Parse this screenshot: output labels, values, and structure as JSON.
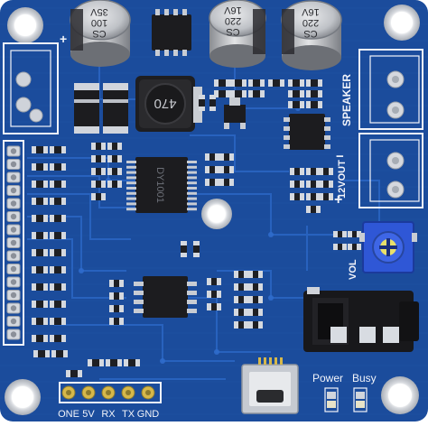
{
  "board": {
    "colors": {
      "pcb": "#1b4c9c",
      "pcb_dark": "#143d82",
      "trace": "#2a63bf",
      "pad": "#d9dde4",
      "silk": "#f2f4fa",
      "chip": "#1c1c1f",
      "cap_body": "#c9cbcf",
      "cap_dark": "#2a2a2e",
      "pot": "#2f57d6",
      "jack": "#18181b"
    },
    "capacitors": [
      {
        "brand": "CS",
        "value": "100",
        "voltage": "35V"
      },
      {
        "brand": "CS",
        "value": "220",
        "voltage": "16V"
      },
      {
        "brand": "CS",
        "value": "220",
        "voltage": "16V"
      }
    ],
    "inductor_value": "470",
    "chip_marking": "DY1001",
    "labels": {
      "speaker": "SPEAKER",
      "vout": "12VOUT",
      "vol": "VOL",
      "power": "Power",
      "busy": "Busy",
      "plus_top": "+",
      "plus_right": "+",
      "minus_right": "−"
    },
    "header_pins": [
      "ONE",
      "5V",
      "RX",
      "TX",
      "GND"
    ]
  }
}
